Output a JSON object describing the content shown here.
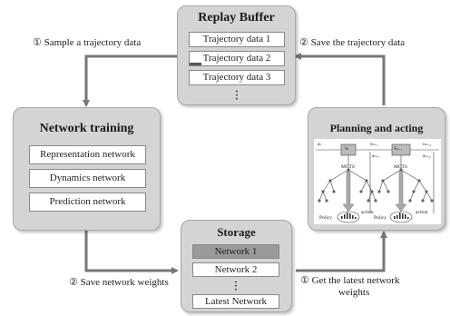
{
  "replay_buffer": {
    "title": "Replay Buffer",
    "items": [
      "Trajectory data 1",
      "Trajectory data 2",
      "Trajectory data 3"
    ]
  },
  "network_training": {
    "title": "Network training",
    "items": [
      "Representation network",
      "Dynamics network",
      "Prediction network"
    ]
  },
  "storage": {
    "title": "Storage",
    "items": [
      "Network 1",
      "Network 2"
    ],
    "last_item": "Latest Network"
  },
  "planning": {
    "title": "Planning and acting",
    "state_labels": [
      "Sₜ",
      "Sₜ₊₁"
    ],
    "top_labels": [
      "aₜ",
      "uₜ₊₁",
      "uₜ₊₂"
    ],
    "side_labels": [
      "aₜ₊₁",
      "aₜ₊₂"
    ],
    "mcts_label": "MCTS",
    "policy_label": "Policy",
    "action_label": "action"
  },
  "flow_labels": {
    "sample": "① Sample a trajectory data",
    "save_traj": "② Save the trajectory data",
    "save_weights": "② Save network weights",
    "get_latest_line1": "① Get the latest network",
    "get_latest_line2": "weights"
  },
  "colors": {
    "panel": "#d4d4d4",
    "arrow": "#777777",
    "highlight": "#9a9a9a"
  }
}
